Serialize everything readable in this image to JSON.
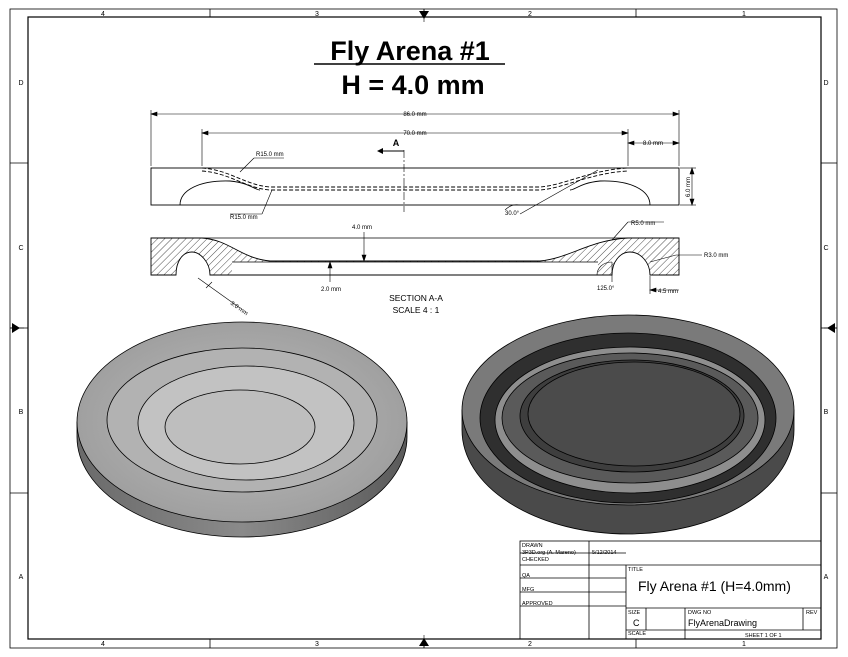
{
  "drawing": {
    "title_line1": "Fly Arena #1",
    "title_line2": "H = 4.0 mm",
    "zones": {
      "cols_top": [
        "4",
        "3",
        "2",
        "1"
      ],
      "cols_bottom": [
        "4",
        "3",
        "2",
        "1"
      ],
      "rows_left": [
        "D",
        "C",
        "B",
        "A"
      ],
      "rows_right": [
        "D",
        "C",
        "B",
        "A"
      ]
    },
    "dimensions": {
      "overall_width": "86.0 mm",
      "inner_width": "70.0 mm",
      "rim_width": "8.0 mm",
      "height": "6.0 mm",
      "radius_top": "R15.0 mm",
      "radius_bottom": "R15.0 mm",
      "angle_top": "30.0°",
      "section_marker": "A",
      "depth": "4.0 mm",
      "floor": "2.0 mm",
      "radius_r5": "R5.0 mm",
      "radius_r3": "R3.0 mm",
      "angle_bottom": "125.0°",
      "length_3": "3.0 mm",
      "length_45": "4.5 mm"
    },
    "section_label": "SECTION A-A",
    "scale_label": "SCALE 4 : 1"
  },
  "title_block": {
    "drawn_label": "DRAWN",
    "drawn_by": "3P3D.org (A. Mareno)",
    "drawn_date": "5/12/2014",
    "checked_label": "CHECKED",
    "qa_label": "QA",
    "mfg_label": "MFG",
    "approved_label": "APPROVED",
    "title_label": "TITLE",
    "title_value": "Fly Arena #1 (H=4.0mm)",
    "size_label": "SIZE",
    "size_value": "C",
    "dwg_label": "DWG NO",
    "dwg_value": "FlyArenaDrawing",
    "rev_label": "REV",
    "scale_label": "SCALE",
    "sheet_text": "SHEET 1  OF 1"
  }
}
